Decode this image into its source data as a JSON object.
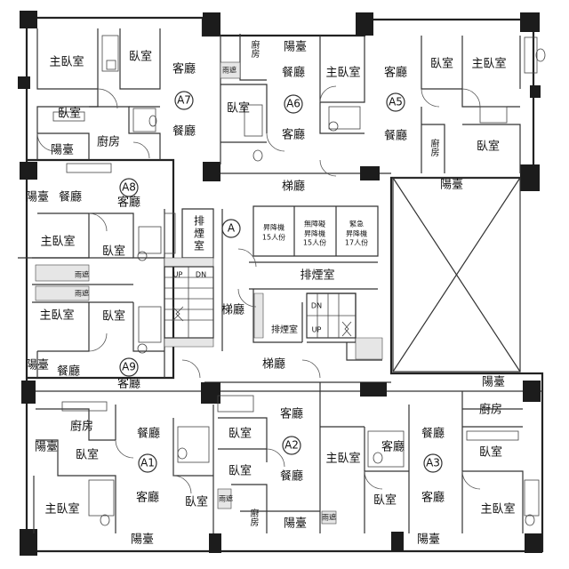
{
  "units": {
    "a1": "A1",
    "a2": "A2",
    "a3": "A3",
    "a5": "A5",
    "a6": "A6",
    "a7": "A7",
    "a8": "A8",
    "a9": "A9",
    "core": "A"
  },
  "rooms": {
    "master_bedroom": "主臥室",
    "bedroom": "臥室",
    "living_room": "客廳",
    "dining_room": "餐廳",
    "kitchen": "廚房",
    "balcony": "陽臺",
    "rain_shelter": "雨遮"
  },
  "core": {
    "lobby": "梯廳",
    "smoke_room": "排煙室",
    "smoke_room_split": [
      "排",
      "煙",
      "室"
    ],
    "elevator": [
      "昇降機",
      "15人份"
    ],
    "accessible_elevator": [
      "無障礙",
      "昇降機",
      "15人份"
    ],
    "emergency_elevator": [
      "緊急",
      "昇降機",
      "17人份"
    ],
    "stair_up": "UP",
    "stair_dn": "DN"
  }
}
